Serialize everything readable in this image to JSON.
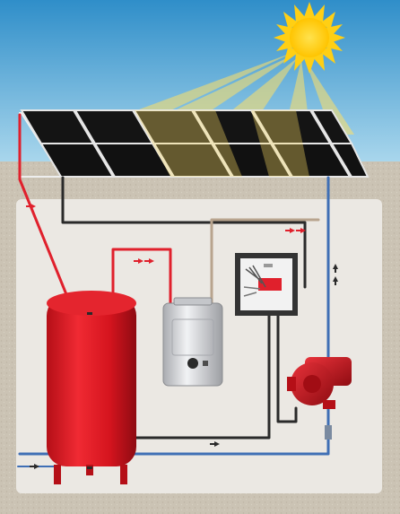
{
  "colors": {
    "sky_top": "#2f8ec9",
    "sky_bottom": "#a9d9ee",
    "ground": "#cdc6b8",
    "inner_wall": "#e9e6e1",
    "sun": "#ffd21a",
    "sun_ray": "#ffe46a",
    "panel_glass": "#141414",
    "panel_frame": "#e8e8e8",
    "hot_pipe": "#e0202c",
    "cold_pipe": "#3f6fb5",
    "dark_pipe": "#2a2a2a",
    "tan_pipe": "#b8a48e",
    "tank_red": "#d8141e",
    "heater_silver": "#d4d6da",
    "controller_box": "#333333",
    "pump_red": "#c8141c"
  },
  "icons": {
    "sun": "sun-icon",
    "arrow": "flow-arrow-icon"
  },
  "components": [
    "solar-panel-array",
    "storage-tank",
    "backup-water-heater",
    "controller-box",
    "circulation-pump"
  ]
}
